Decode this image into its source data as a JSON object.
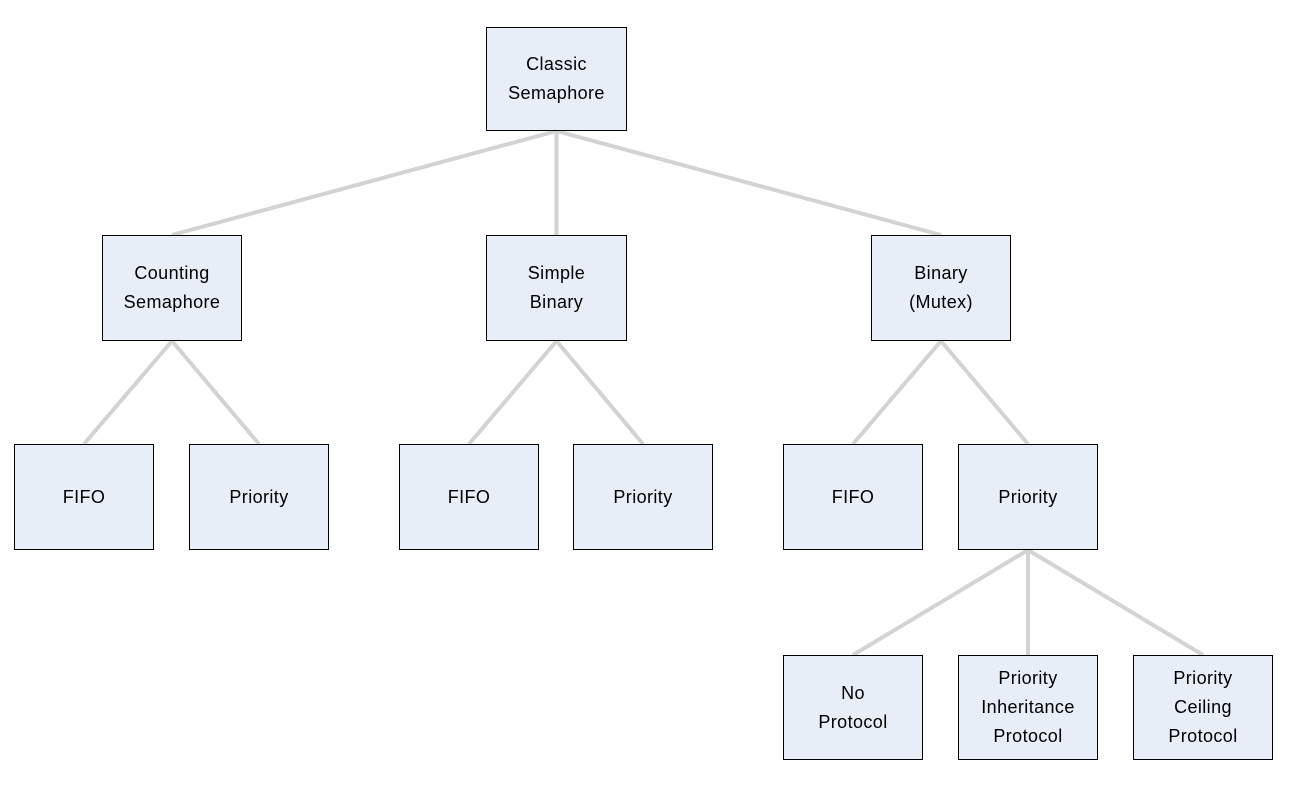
{
  "diagram": {
    "type": "tree",
    "nodes": {
      "classic": {
        "label": "Classic\nSemaphore"
      },
      "counting": {
        "label": "Counting\nSemaphore"
      },
      "simple_binary": {
        "label": "Simple\nBinary"
      },
      "binary_mutex": {
        "label": "Binary\n(Mutex)"
      },
      "counting_fifo": {
        "label": "FIFO"
      },
      "counting_priority": {
        "label": "Priority"
      },
      "simple_fifo": {
        "label": "FIFO"
      },
      "simple_priority": {
        "label": "Priority"
      },
      "mutex_fifo": {
        "label": "FIFO"
      },
      "mutex_priority": {
        "label": "Priority"
      },
      "no_protocol": {
        "label": "No\nProtocol"
      },
      "priority_inheritance": {
        "label": "Priority\nInheritance\nProtocol"
      },
      "priority_ceiling": {
        "label": "Priority\nCeiling\nProtocol"
      }
    },
    "edges": [
      {
        "from": "classic",
        "to": "counting"
      },
      {
        "from": "classic",
        "to": "simple_binary"
      },
      {
        "from": "classic",
        "to": "binary_mutex"
      },
      {
        "from": "counting",
        "to": "counting_fifo"
      },
      {
        "from": "counting",
        "to": "counting_priority"
      },
      {
        "from": "simple_binary",
        "to": "simple_fifo"
      },
      {
        "from": "simple_binary",
        "to": "simple_priority"
      },
      {
        "from": "binary_mutex",
        "to": "mutex_fifo"
      },
      {
        "from": "binary_mutex",
        "to": "mutex_priority"
      },
      {
        "from": "mutex_priority",
        "to": "no_protocol"
      },
      {
        "from": "mutex_priority",
        "to": "priority_inheritance"
      },
      {
        "from": "mutex_priority",
        "to": "priority_ceiling"
      }
    ],
    "colors": {
      "node_fill": "#e8eef7",
      "node_border": "#000000",
      "connector": "#d3d3d3",
      "background": "#ffffff",
      "text": "#000000"
    }
  }
}
